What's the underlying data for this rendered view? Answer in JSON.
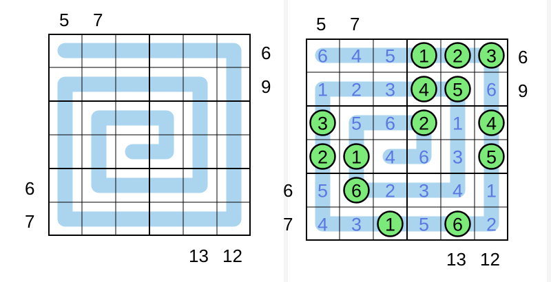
{
  "colors": {
    "path": "#abd5ef",
    "line": "#000000",
    "digit": "#5a78e0",
    "circle_fill": "#7bea79",
    "circle_stroke": "#000000"
  },
  "left_puzzle": {
    "top_clues": [
      "5",
      "7",
      "",
      "",
      "",
      ""
    ],
    "right_clues": [
      "6",
      "9",
      "",
      "",
      "",
      ""
    ],
    "left_clues": [
      "",
      "",
      "",
      "",
      "6",
      "7"
    ],
    "bottom_clues": [
      "",
      "",
      "",
      "",
      "13",
      "12"
    ],
    "path_cells": [
      [
        0,
        0
      ],
      [
        0,
        1
      ],
      [
        0,
        2
      ],
      [
        0,
        3
      ],
      [
        0,
        4
      ],
      [
        0,
        5
      ],
      [
        1,
        5
      ],
      [
        2,
        5
      ],
      [
        3,
        5
      ],
      [
        4,
        5
      ],
      [
        5,
        5
      ],
      [
        5,
        4
      ],
      [
        5,
        3
      ],
      [
        5,
        2
      ],
      [
        5,
        1
      ],
      [
        5,
        0
      ],
      [
        4,
        0
      ],
      [
        3,
        0
      ],
      [
        2,
        0
      ],
      [
        1,
        0
      ],
      [
        1,
        1
      ],
      [
        1,
        2
      ],
      [
        1,
        3
      ],
      [
        1,
        4
      ],
      [
        2,
        4
      ],
      [
        3,
        4
      ],
      [
        4,
        4
      ],
      [
        4,
        3
      ],
      [
        4,
        2
      ],
      [
        4,
        1
      ],
      [
        3,
        1
      ],
      [
        2,
        1
      ],
      [
        2,
        2
      ],
      [
        2,
        3
      ],
      [
        3,
        3
      ],
      [
        3,
        2
      ]
    ]
  },
  "right_puzzle": {
    "top_clues": [
      "5",
      "7",
      "",
      "",
      "",
      ""
    ],
    "right_clues": [
      "6",
      "9",
      "",
      "",
      "",
      ""
    ],
    "left_clues": [
      "",
      "",
      "",
      "",
      "6",
      "7"
    ],
    "bottom_clues": [
      "",
      "",
      "",
      "",
      "13",
      "12"
    ],
    "grid": [
      [
        "6",
        "4",
        "5",
        "1",
        "2",
        "3"
      ],
      [
        "1",
        "2",
        "3",
        "4",
        "5",
        "6"
      ],
      [
        "3",
        "5",
        "6",
        "2",
        "1",
        "4"
      ],
      [
        "2",
        "1",
        "4",
        "6",
        "3",
        "5"
      ],
      [
        "5",
        "6",
        "2",
        "3",
        "4",
        "1"
      ],
      [
        "4",
        "3",
        "1",
        "5",
        "6",
        "2"
      ]
    ],
    "circled": [
      [
        false,
        false,
        false,
        true,
        true,
        true
      ],
      [
        false,
        false,
        false,
        true,
        true,
        false
      ],
      [
        true,
        false,
        false,
        true,
        false,
        true
      ],
      [
        true,
        true,
        false,
        false,
        false,
        true
      ],
      [
        false,
        true,
        false,
        false,
        false,
        false
      ],
      [
        false,
        false,
        true,
        false,
        true,
        false
      ]
    ],
    "path_cells": [
      [
        0,
        0
      ],
      [
        0,
        1
      ],
      [
        0,
        2
      ],
      [
        0,
        3
      ],
      [
        0,
        4
      ],
      [
        0,
        5
      ],
      [
        1,
        5
      ],
      [
        2,
        5
      ],
      [
        3,
        5
      ],
      [
        4,
        5
      ],
      [
        5,
        5
      ],
      [
        5,
        4
      ],
      [
        5,
        3
      ],
      [
        5,
        2
      ],
      [
        5,
        1
      ],
      [
        5,
        0
      ],
      [
        4,
        0
      ],
      [
        3,
        0
      ],
      [
        2,
        0
      ],
      [
        1,
        0
      ],
      [
        1,
        1
      ],
      [
        1,
        2
      ],
      [
        1,
        3
      ],
      [
        1,
        4
      ],
      [
        2,
        4
      ],
      [
        3,
        4
      ],
      [
        4,
        4
      ],
      [
        4,
        3
      ],
      [
        4,
        2
      ],
      [
        4,
        1
      ],
      [
        3,
        1
      ],
      [
        2,
        1
      ],
      [
        2,
        2
      ],
      [
        2,
        3
      ],
      [
        3,
        3
      ],
      [
        3,
        2
      ]
    ]
  }
}
